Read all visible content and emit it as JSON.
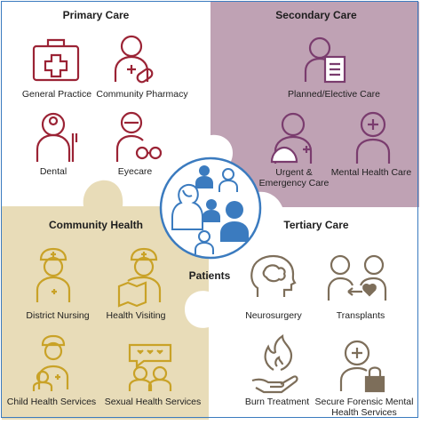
{
  "sections": {
    "primary": {
      "title": "Primary Care",
      "items": [
        "General Practice",
        "Community Pharmacy",
        "Dental",
        "Eyecare"
      ]
    },
    "secondary": {
      "title": "Secondary Care",
      "items": [
        "Planned/Elective Care",
        "Urgent &",
        "Emergency Care",
        "Mental Health Care"
      ]
    },
    "community": {
      "title": "Community Health",
      "items": [
        "District Nursing",
        "Health Visiting",
        "Child Health Services",
        "Sexual Health Services"
      ]
    },
    "tertiary": {
      "title": "Tertiary Care",
      "items": [
        "Neurosurgery",
        "Transplants",
        "Burn Treatment",
        "Secure Forensic Mental",
        "Health Services"
      ]
    }
  },
  "center": {
    "label": "Patients"
  },
  "colors": {
    "primary": "#9b2335",
    "secondary": "#7a3c6e",
    "secondary_bg": "#bfa2b4",
    "community": "#c9a227",
    "community_bg": "#e8dcb8",
    "tertiary": "#7d6e5a",
    "patients": "#3b7bbf"
  }
}
